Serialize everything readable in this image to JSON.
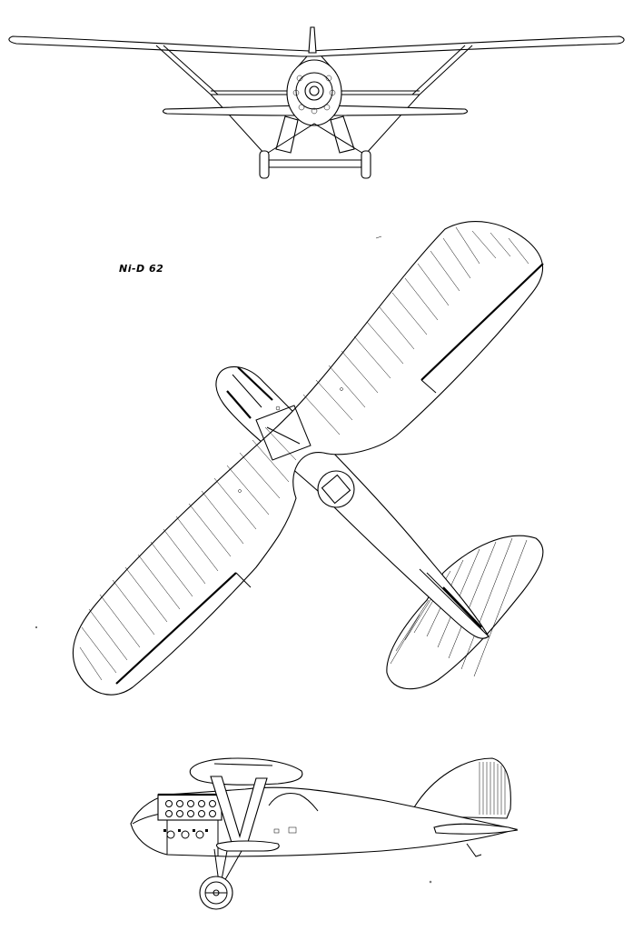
{
  "drawing": {
    "title": "Ni-D 62",
    "views": [
      "front-view",
      "top-view",
      "side-view"
    ]
  }
}
